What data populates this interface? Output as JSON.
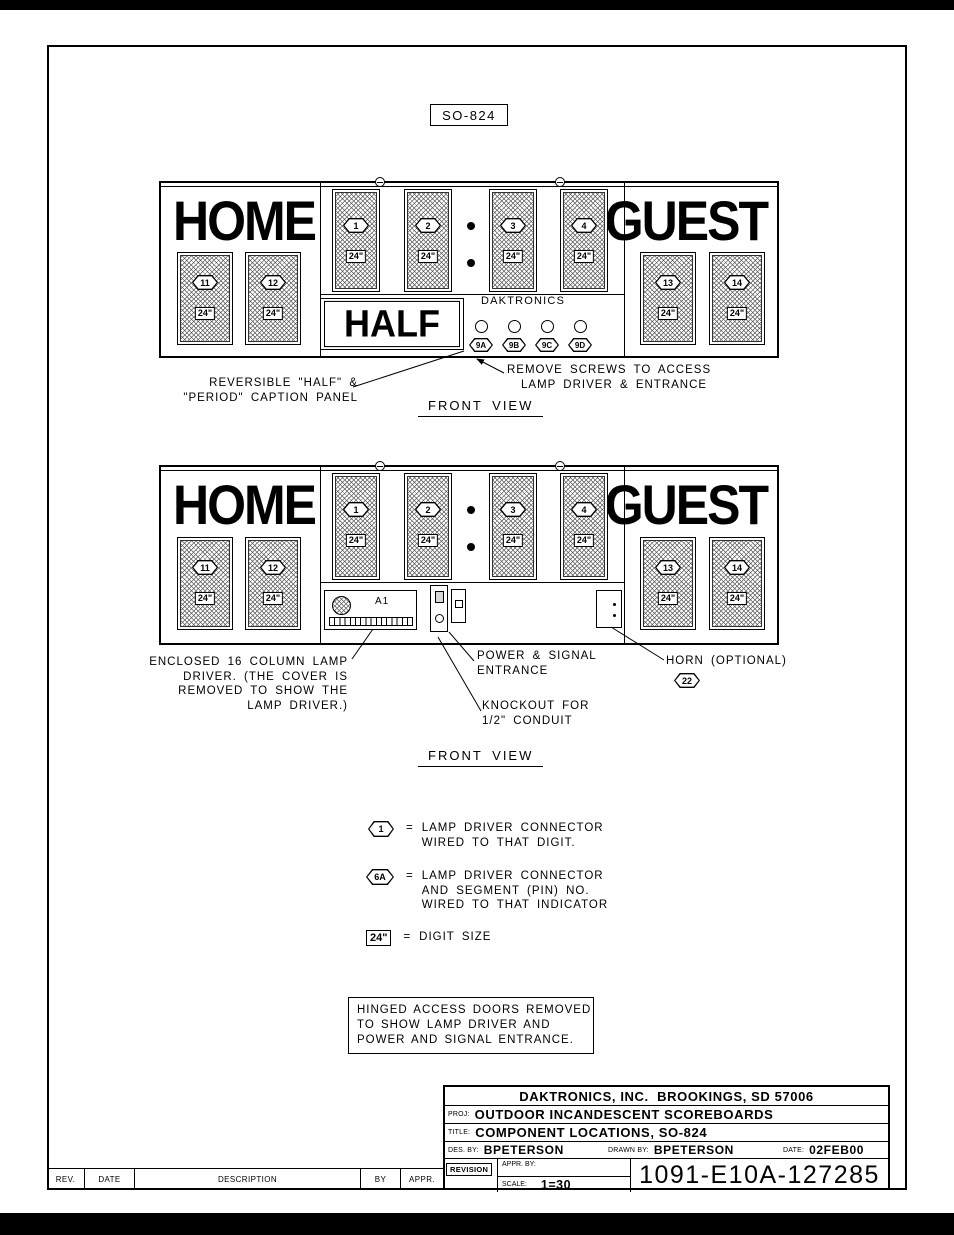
{
  "colors": {
    "ink": "#000000",
    "paper": "#ffffff",
    "hatch": "#5a5a5a"
  },
  "drawing": {
    "model_box": "SO-824",
    "front_view_label": "FRONT VIEW"
  },
  "scoreboard": {
    "home_label": "HOME",
    "guest_label": "GUEST",
    "brand_label": "DAKTRONICS",
    "caption_label": "HALF",
    "digit_size": "24\"",
    "clock_digit_refs": [
      "1",
      "2",
      "3",
      "4"
    ],
    "home_digit_refs": [
      "11",
      "12"
    ],
    "guest_digit_refs": [
      "13",
      "14"
    ],
    "indicator_refs": [
      "9A",
      "9B",
      "9C",
      "9D"
    ],
    "lamp_driver_label": "A1"
  },
  "annotations": {
    "caption_panel": [
      "REVERSIBLE \"HALF\" &",
      "\"PERIOD\" CAPTION PANEL"
    ],
    "remove_screws": [
      "REMOVE SCREWS TO ACCESS",
      "LAMP DRIVER & ENTRANCE"
    ],
    "lamp_driver": [
      "ENCLOSED 16 COLUMN LAMP",
      "DRIVER. (THE COVER IS",
      "REMOVED TO SHOW THE",
      "LAMP DRIVER.)"
    ],
    "power_entrance": [
      "POWER & SIGNAL",
      "ENTRANCE"
    ],
    "knockout": [
      "KNOCKOUT FOR",
      "1/2\" CONDUIT"
    ],
    "horn": "HORN (OPTIONAL)",
    "horn_ref": "22"
  },
  "legend": {
    "digit_connector": {
      "symbol": "1",
      "eq": "=",
      "lines": [
        "LAMP DRIVER CONNECTOR",
        "WIRED TO THAT DIGIT."
      ]
    },
    "indicator_connector": {
      "symbol": "6A",
      "eq": "=",
      "lines": [
        "LAMP DRIVER CONNECTOR",
        "AND SEGMENT (PIN) NO.",
        "WIRED TO THAT INDICATOR"
      ]
    },
    "digit_size": {
      "symbol": "24\"",
      "eq": "=",
      "text": "DIGIT SIZE"
    }
  },
  "note_box": [
    "HINGED ACCESS DOORS REMOVED",
    "TO SHOW LAMP DRIVER AND",
    "POWER AND SIGNAL ENTRANCE."
  ],
  "title_block": {
    "company": "DAKTRONICS, INC.  BROOKINGS, SD 57006",
    "proj_label": "PROJ:",
    "proj_value": "OUTDOOR INCANDESCENT SCOREBOARDS",
    "title_label": "TITLE:",
    "title_value": "COMPONENT LOCATIONS, SO-824",
    "des_by_label": "DES. BY:",
    "des_by_value": "BPETERSON",
    "drawn_by_label": "DRAWN BY:",
    "drawn_by_value": "BPETERSON",
    "date_label": "DATE:",
    "date_value": "02FEB00",
    "revision_label": "REVISION",
    "appr_by_label": "APPR. BY:",
    "scale_label": "SCALE:",
    "scale_value": "1=30",
    "drawing_number": "1091-E10A-127285"
  },
  "revision_table": {
    "rev": "REV.",
    "date": "DATE",
    "description": "DESCRIPTION",
    "by": "BY",
    "appr": "APPR."
  }
}
